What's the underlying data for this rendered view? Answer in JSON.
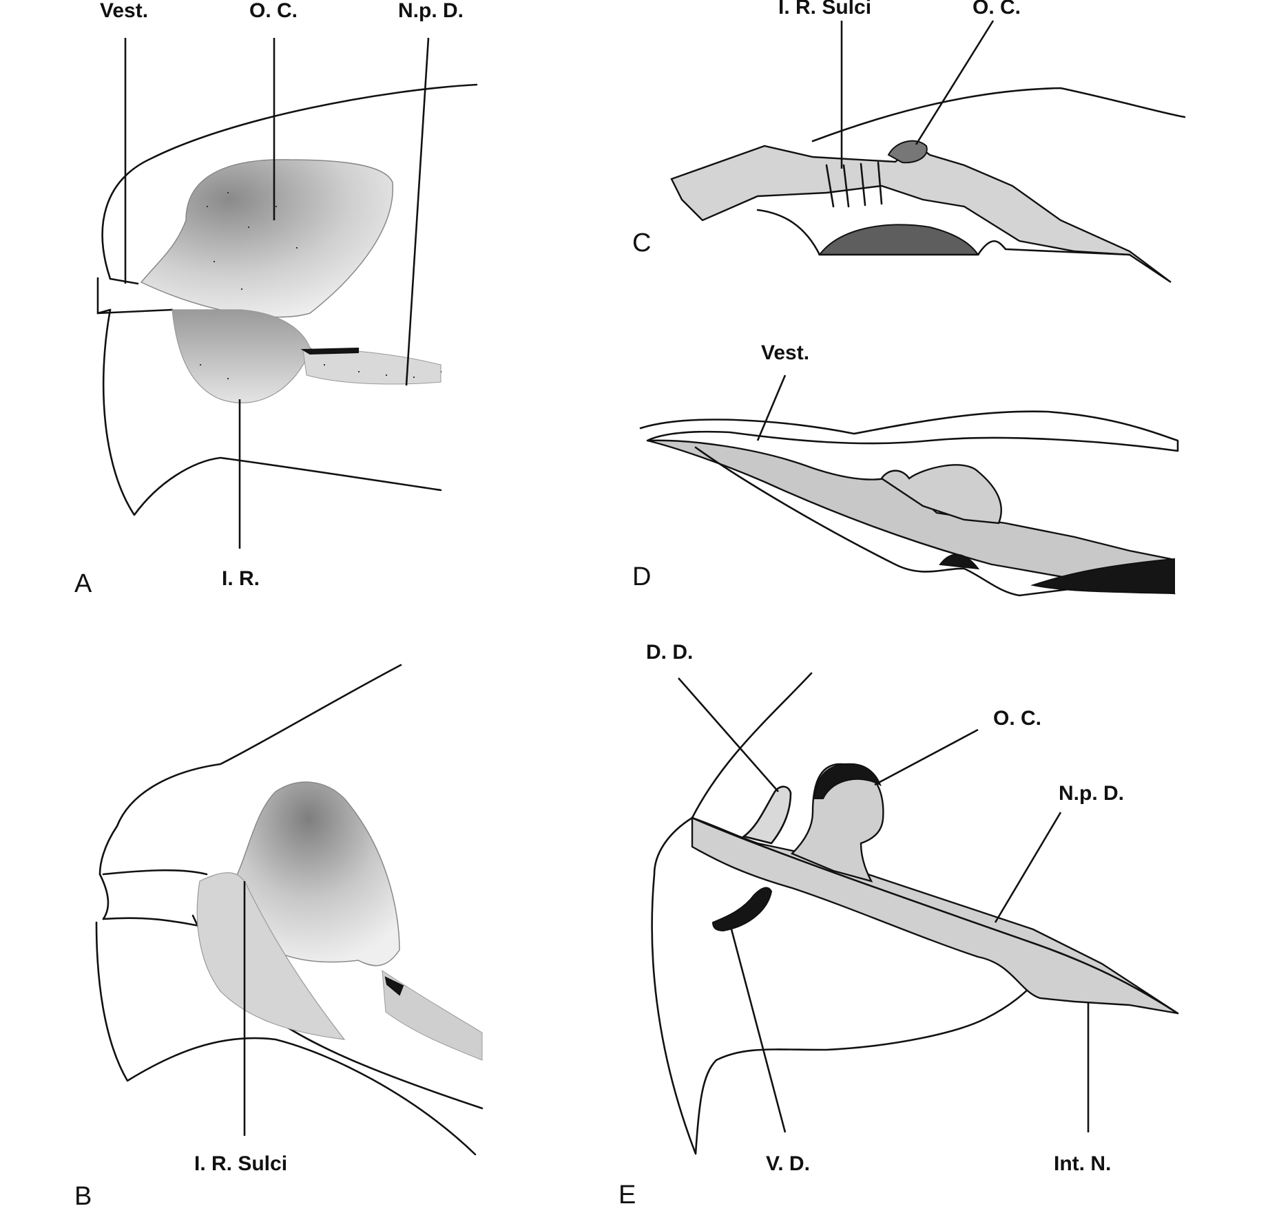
{
  "colors": {
    "ink": "#111111",
    "paper": "#ffffff",
    "stipple": "#6a6a6a"
  },
  "panels": {
    "a": {
      "letter": "A",
      "labels": {
        "vest": "Vest.",
        "oc": "O. C.",
        "npd": "N.p. D.",
        "ir": "I. R."
      }
    },
    "b": {
      "letter": "B",
      "labels": {
        "ir_sulci": "I. R. Sulci"
      }
    },
    "c": {
      "letter": "C",
      "labels": {
        "ir_sulci": "I. R. Sulci",
        "oc": "O. C."
      }
    },
    "d": {
      "letter": "D",
      "labels": {
        "vest": "Vest."
      }
    },
    "e": {
      "letter": "E",
      "labels": {
        "dd": "D. D.",
        "oc": "O. C.",
        "npd": "N.p. D.",
        "vd": "V. D.",
        "intn": "Int. N."
      }
    }
  }
}
